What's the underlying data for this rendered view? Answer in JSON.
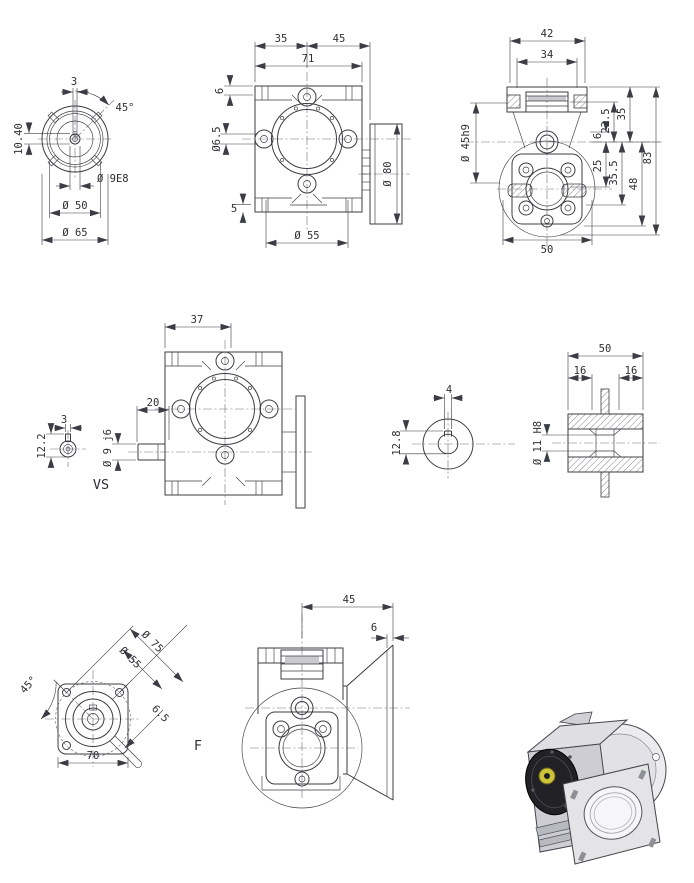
{
  "sheet": {
    "type": "worm-gearbox dimensional drawing",
    "line_color": "#3c3c44",
    "background": "#ffffff",
    "views": {
      "cover_front": {
        "keyway_width": "3",
        "corner_angle": "45°",
        "keyway_depth": "10.40",
        "bore_dia": "Ø 9E8",
        "bolt_circle_dia": "Ø 50",
        "outer_dia": "Ø 65"
      },
      "front": {
        "width_left": "35",
        "width_right": "45",
        "width_total": "71",
        "top_offset": "6",
        "side_hole_dia": "Ø6.5",
        "foot_offset": "5",
        "boss_dia": "Ø 55",
        "motor_flange_dia": "Ø 80"
      },
      "side": {
        "width_top": "42",
        "width_inner": "34",
        "pilot_dia": "Ø 45h9",
        "axis_offset": "6",
        "bearing_offset": "22.5",
        "height_top": "35",
        "center_distance": "25",
        "flange_offset": "35.5",
        "height_bottom": "48",
        "height_total": "83",
        "width_bottom": "50"
      },
      "shaft_end": {
        "key_width": "3",
        "height_over_key": "12.2",
        "version_label": "VS"
      },
      "vs_front": {
        "body_width": "37",
        "shaft_length": "20",
        "shaft_dia": "Ø 9 j6"
      },
      "bore_end": {
        "key_width": "4",
        "keyway_depth": "12.8"
      },
      "shaft_section": {
        "length_total": "50",
        "depth_left": "16",
        "depth_right": "16",
        "bore_dia": "Ø 11 H8"
      },
      "flange_front": {
        "outer_circle_dia": "Ø 75",
        "bolt_circle_dia": "Ø 55",
        "hole_angle": "45°",
        "hole_dia": "6.5",
        "square_width": "70",
        "version_label": "F"
      },
      "f_side": {
        "flange_distance": "45",
        "flange_thickness": "6"
      }
    },
    "render_colors": {
      "body_gray": "#cdcdd3",
      "cover_black": "#212126",
      "oil_plug_yellow": "#cfc23b"
    }
  }
}
